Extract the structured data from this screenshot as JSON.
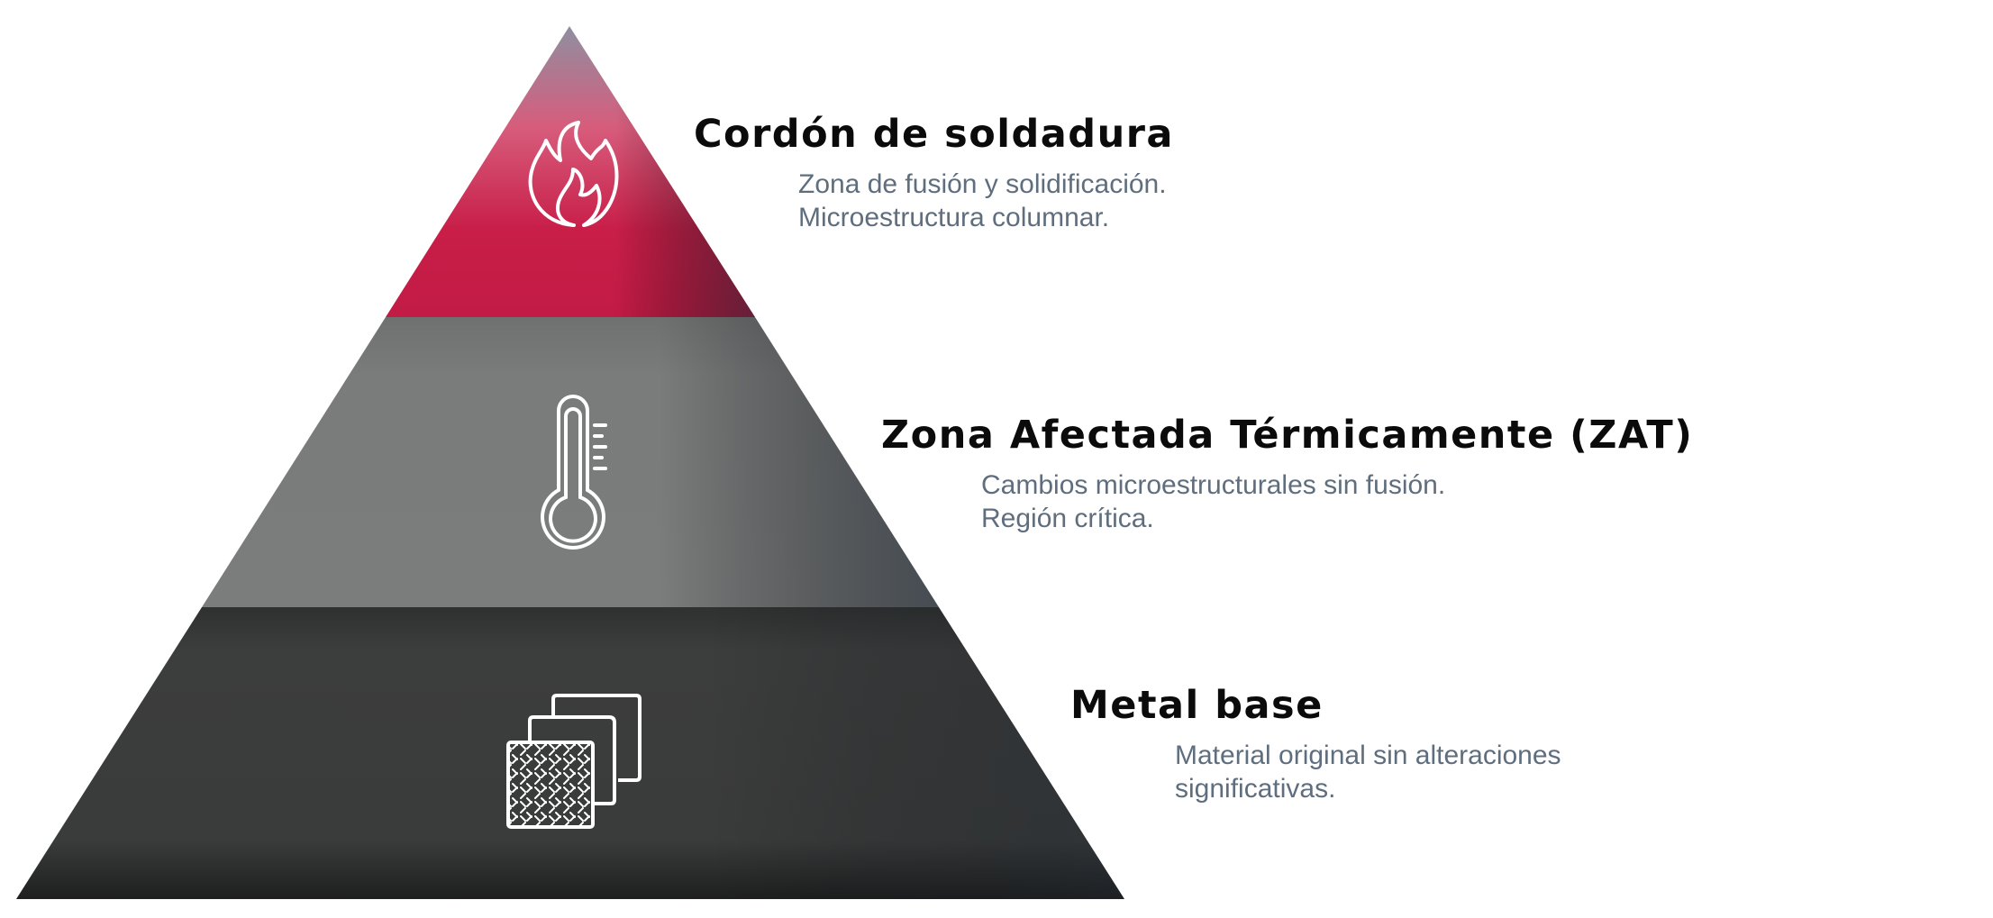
{
  "diagram": {
    "type": "pyramid",
    "colors": {
      "top": "#c81e48",
      "middle": "#7a7b7b",
      "bottom": "#3a3b3b",
      "title_text": "#0b0b0b",
      "description_text": "#5f6e7e",
      "icon_stroke": "#ffffff"
    },
    "layers": [
      {
        "title": "Cordón de soldadura",
        "description_lines": [
          "Zona de fusión y solidificación.",
          "Microestructura columnar."
        ],
        "icon": "flame-icon"
      },
      {
        "title": "Zona Afectada Térmicamente (ZAT)",
        "description_lines": [
          "Cambios microestructurales sin fusión.",
          "Región crítica."
        ],
        "icon": "thermometer-icon"
      },
      {
        "title": "Metal base",
        "description_lines": [
          "Material original sin alteraciones",
          "significativas."
        ],
        "icon": "metal-plates-icon"
      }
    ]
  }
}
